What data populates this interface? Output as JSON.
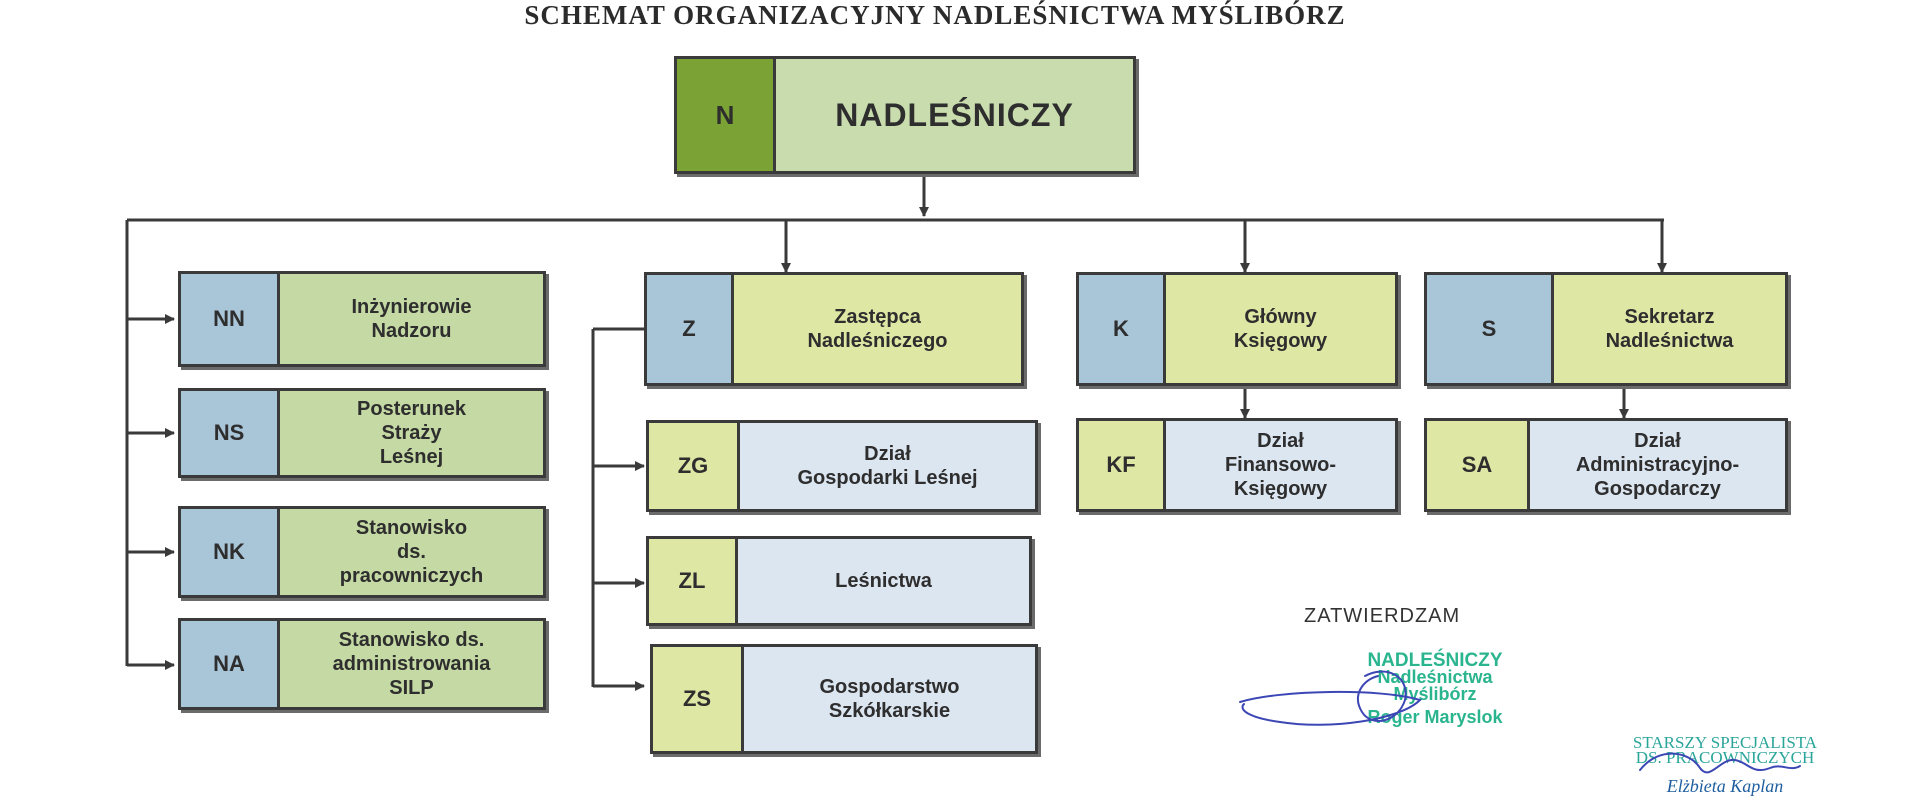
{
  "title": "SCHEMAT ORGANIZACYJNY NADLEŚNICTWA MYŚLIBÓRZ",
  "units": {
    "n": {
      "code": "N",
      "name": "NADLEŚNICZY"
    },
    "nn": {
      "code": "NN",
      "name": "Inżynierowie\nNadzoru"
    },
    "ns": {
      "code": "NS",
      "name": "Posterunek\nStraży\nLeśnej"
    },
    "nk": {
      "code": "NK",
      "name": "Stanowisko\nds.\npracowniczych"
    },
    "na": {
      "code": "NA",
      "name": "Stanowisko ds.\nadministrowania\nSILP"
    },
    "z": {
      "code": "Z",
      "name": "Zastępca\nNadleśniczego"
    },
    "zg": {
      "code": "ZG",
      "name": "Dział\nGospodarki Leśnej"
    },
    "zl": {
      "code": "ZL",
      "name": "Leśnictwa"
    },
    "zs": {
      "code": "ZS",
      "name": "Gospodarstwo\nSzkółkarskie"
    },
    "k": {
      "code": "K",
      "name": "Główny\nKsięgowy"
    },
    "kf": {
      "code": "KF",
      "name": "Dział\nFinansowo-\nKsięgowy"
    },
    "s": {
      "code": "S",
      "name": "Sekretarz\nNadleśnictwa"
    },
    "sa": {
      "code": "SA",
      "name": "Dział\nAdministracyjno-\nGospodarczy"
    }
  },
  "approval": {
    "label": "ZATWIERDZAM",
    "stamp_title": "NADLEŚNICZY",
    "stamp_line2": "Nadleśnictwa",
    "stamp_line3": "Myślibórz",
    "stamp_name": "Roger Maryslok"
  },
  "specialist_stamp": {
    "line1": "STARSZY SPECJALISTA",
    "line2": "DS. PRACOWNICZYCH",
    "name": "Elżbieta Kaplan"
  }
}
